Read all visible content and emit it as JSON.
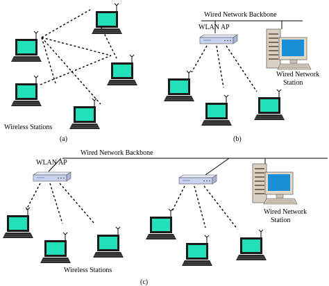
{
  "panel_a": {
    "caption": "(a)",
    "stations_label": "Wireless Stations"
  },
  "panel_b": {
    "caption": "(b)",
    "backbone_label": "Wired Network Backbone",
    "ap_label": "WLAN AP",
    "station_label_line1": "Wired Network",
    "station_label_line2": "Station"
  },
  "panel_c": {
    "caption": "(c)",
    "backbone_label": "Wired Network Backbone",
    "ap_label": "WLAN AP",
    "station_label_line1": "Wired Network",
    "station_label_line2": "Station",
    "stations_label": "Wireless Stations"
  },
  "colors": {
    "screen": "#22e0b8",
    "laptop_body": "#222222",
    "ap_body": "#c8d2ec",
    "tower_body": "#d9cfc2"
  },
  "icons": [
    "laptop-icon",
    "access-point-icon",
    "desktop-computer-icon",
    "antenna-icon"
  ]
}
